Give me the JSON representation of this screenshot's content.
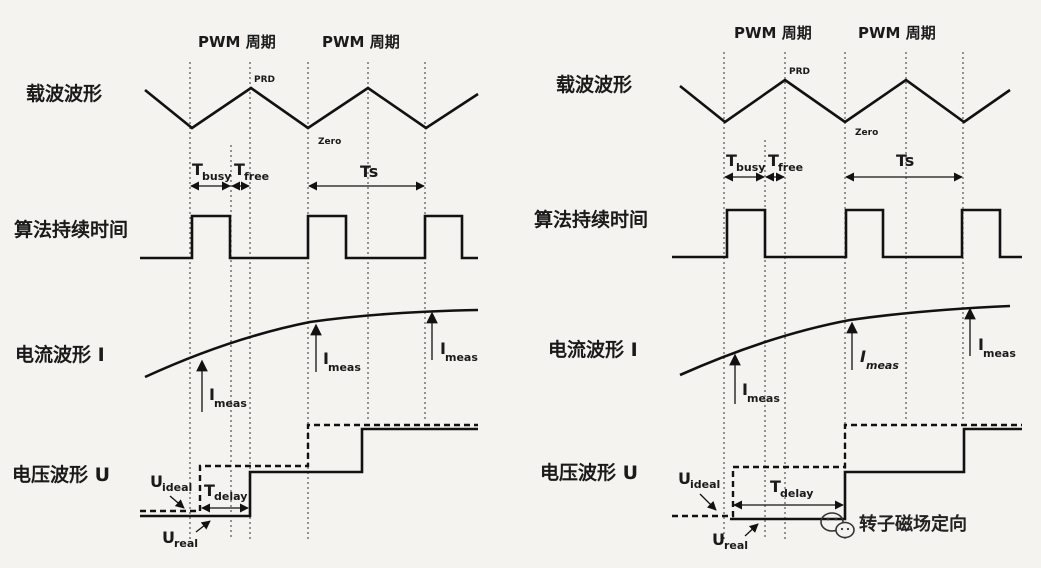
{
  "row_labels": {
    "carrier": "载波波形",
    "algorithm": "算法持续时间",
    "current": "电流波形 I",
    "voltage": "电压波形 U"
  },
  "period_label": "PWM 周期",
  "markers": {
    "prd": "PRD",
    "zero": "Zero",
    "t_main": "T",
    "busy_sub": "busy",
    "free_sub": "free",
    "ts": "Ts",
    "i_main": "I",
    "meas_sub": "meas",
    "delay_sub": "delay",
    "u_main": "U",
    "ideal_sub": "ideal",
    "real_sub": "real"
  },
  "watermark": "转子磁场定向"
}
